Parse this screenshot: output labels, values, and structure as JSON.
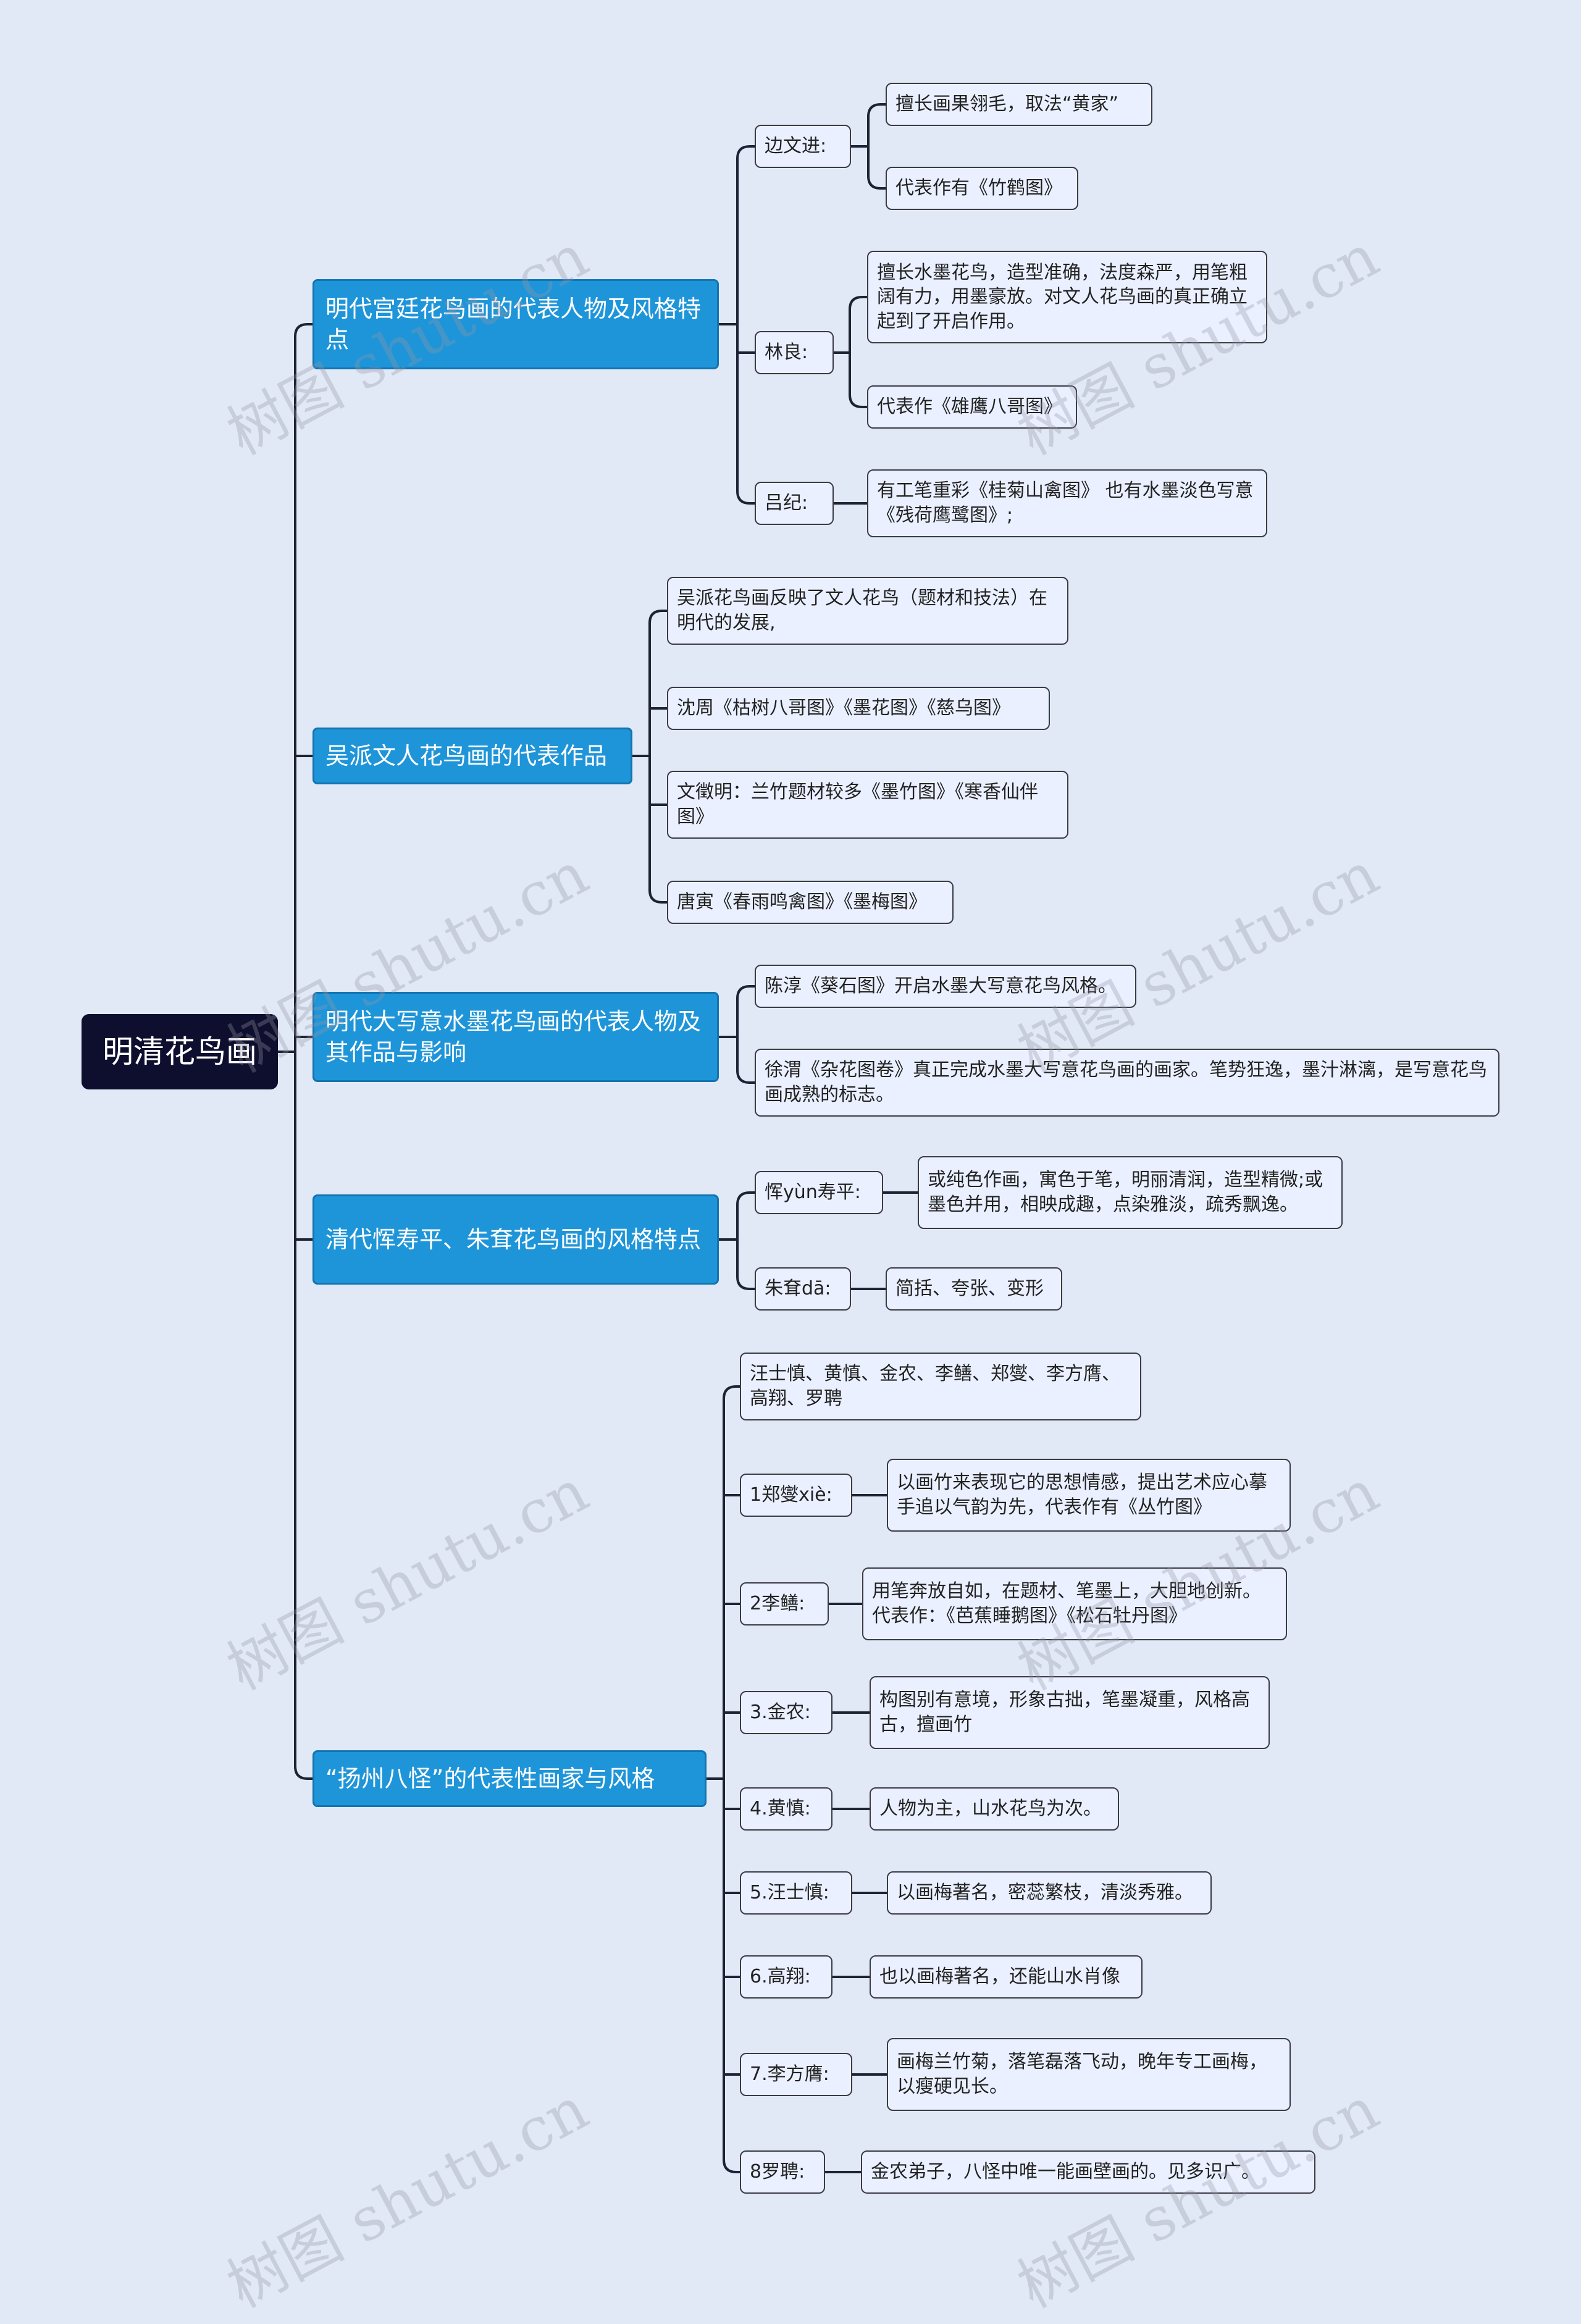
{
  "mindmap": {
    "root": "明清花鸟画",
    "branches": [
      {
        "label": "明代宫廷花鸟画的代表人物及风格特点",
        "children": [
          {
            "label": "边文进:",
            "children": [
              "擅长画果翎毛，取法“黄家”",
              "代表作有《竹鹤图》"
            ]
          },
          {
            "label": "林良:",
            "children": [
              "擅长水墨花鸟，造型准确，法度森严，用笔粗阔有力，用墨豪放。对文人花鸟画的真正确立起到了开启作用。",
              "代表作《雄鹰八哥图》"
            ]
          },
          {
            "label": "吕纪:",
            "children": [
              "有工笔重彩《桂菊山禽图》 也有水墨淡色写意《残荷鹰鹭图》;"
            ]
          }
        ]
      },
      {
        "label": "吴派文人花鸟画的代表作品",
        "children": [
          {
            "label": "吴派花鸟画反映了文人花鸟（题材和技法）在明代的发展,"
          },
          {
            "label": "沈周《枯树八哥图》《墨花图》《慈乌图》"
          },
          {
            "label": "文徵明：兰竹题材较多《墨竹图》《寒香仙伴图》"
          },
          {
            "label": "唐寅《春雨鸣禽图》《墨梅图》"
          }
        ]
      },
      {
        "label": "明代大写意水墨花鸟画的代表人物及其作品与影响",
        "children": [
          {
            "label": "陈淳《葵石图》开启水墨大写意花鸟风格。"
          },
          {
            "label": "徐渭《杂花图卷》真正完成水墨大写意花鸟画的画家。笔势狂逸，墨汁淋漓，是写意花鸟画成熟的标志。"
          }
        ]
      },
      {
        "label": "清代恽寿平、朱耷花鸟画的风格特点",
        "children": [
          {
            "label": "恽yùn寿平:",
            "children": [
              "或纯色作画，寓色于笔，明丽清润，造型精微;或墨色并用，相映成趣，点染雅淡，疏秀飘逸。"
            ]
          },
          {
            "label": "朱耷dā:",
            "children": [
              "简括、夸张、变形"
            ]
          }
        ]
      },
      {
        "label": "“扬州八怪”的代表性画家与风格",
        "children": [
          {
            "label": "汪士慎、黄慎、金农、李鳝、郑燮、李方膺、高翔、罗聘"
          },
          {
            "label": "1郑燮xiè:",
            "children": [
              "以画竹来表现它的思想情感，提出艺术应心摹手追以气韵为先，代表作有《丛竹图》"
            ]
          },
          {
            "label": "2李鳝:",
            "children": [
              "用笔奔放自如，在题材、笔墨上，大胆地创新。代表作：《芭蕉睡鹅图》《松石牡丹图》"
            ]
          },
          {
            "label": "3.金农:",
            "children": [
              "构图别有意境，形象古拙，笔墨凝重，风格高古，擅画竹"
            ]
          },
          {
            "label": "4.黄慎:",
            "children": [
              "人物为主，山水花鸟为次。"
            ]
          },
          {
            "label": "5.汪士慎:",
            "children": [
              "以画梅著名，密蕊繁枝，清淡秀雅。"
            ]
          },
          {
            "label": "6.高翔:",
            "children": [
              "也以画梅著名，还能山水肖像"
            ]
          },
          {
            "label": "7.李方膺:",
            "children": [
              "画梅兰竹菊，落笔磊落飞动，晚年专工画梅，以瘦硬见长。"
            ]
          },
          {
            "label": "8罗聘:",
            "children": [
              "金农弟子，八怪中唯一能画壁画的。见多识广。"
            ]
          }
        ]
      }
    ]
  },
  "watermark": "树图 shutu.cn",
  "colors": {
    "background": "#e1e9f7",
    "root": "#0e0e2e",
    "branch": "#1f95d9",
    "leaf": "#eaf0ff",
    "line": "#1e2235"
  }
}
